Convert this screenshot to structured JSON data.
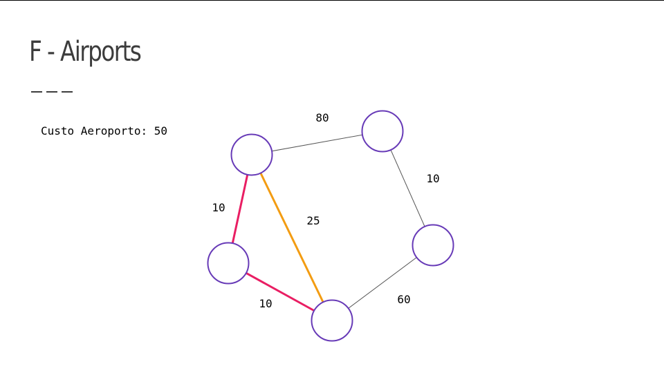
{
  "slide": {
    "title": "F - Airports",
    "airport_cost_label": "Custo Aeroporto: 50"
  },
  "graph": {
    "node_color": "#673ab7",
    "colors": {
      "default_edge": "#555555",
      "highlight_edge": "#e91e63",
      "alt_edge": "#f39c12"
    },
    "nodes": [
      {
        "id": "n1"
      },
      {
        "id": "n2"
      },
      {
        "id": "n3"
      },
      {
        "id": "n4"
      },
      {
        "id": "n5"
      }
    ],
    "edges": [
      {
        "id": "e1",
        "from": "n1",
        "to": "n2",
        "weight": "80",
        "style": "default"
      },
      {
        "id": "e2",
        "from": "n2",
        "to": "n3",
        "weight": "10",
        "style": "default"
      },
      {
        "id": "e3",
        "from": "n3",
        "to": "n5",
        "weight": "60",
        "style": "default"
      },
      {
        "id": "e4",
        "from": "n1",
        "to": "n4",
        "weight": "10",
        "style": "highlight"
      },
      {
        "id": "e5",
        "from": "n4",
        "to": "n5",
        "weight": "10",
        "style": "highlight"
      },
      {
        "id": "e6",
        "from": "n1",
        "to": "n5",
        "weight": "25",
        "style": "alt"
      }
    ]
  }
}
